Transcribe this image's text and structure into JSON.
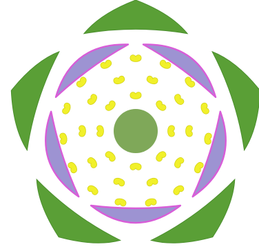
{
  "diagram": {
    "parts": [
      {
        "part": "sepals",
        "count": 5,
        "color": "#5a9f36",
        "edge_color": "#4b8f2d",
        "shape": "curved-pointed-arc"
      },
      {
        "part": "petals",
        "count": 5,
        "fill_color": "#9d93d2",
        "outline_color": "#d85dd8",
        "shape": "curved-band"
      },
      {
        "part": "stamens",
        "rings": 3,
        "count_per_ring": [
          15,
          10,
          8
        ],
        "color": "#f1f02a",
        "outline_color": "#d3d214",
        "shape": "bean"
      },
      {
        "part": "pistil",
        "count": 1,
        "color": "#7fa859",
        "shape": "circle"
      }
    ]
  }
}
